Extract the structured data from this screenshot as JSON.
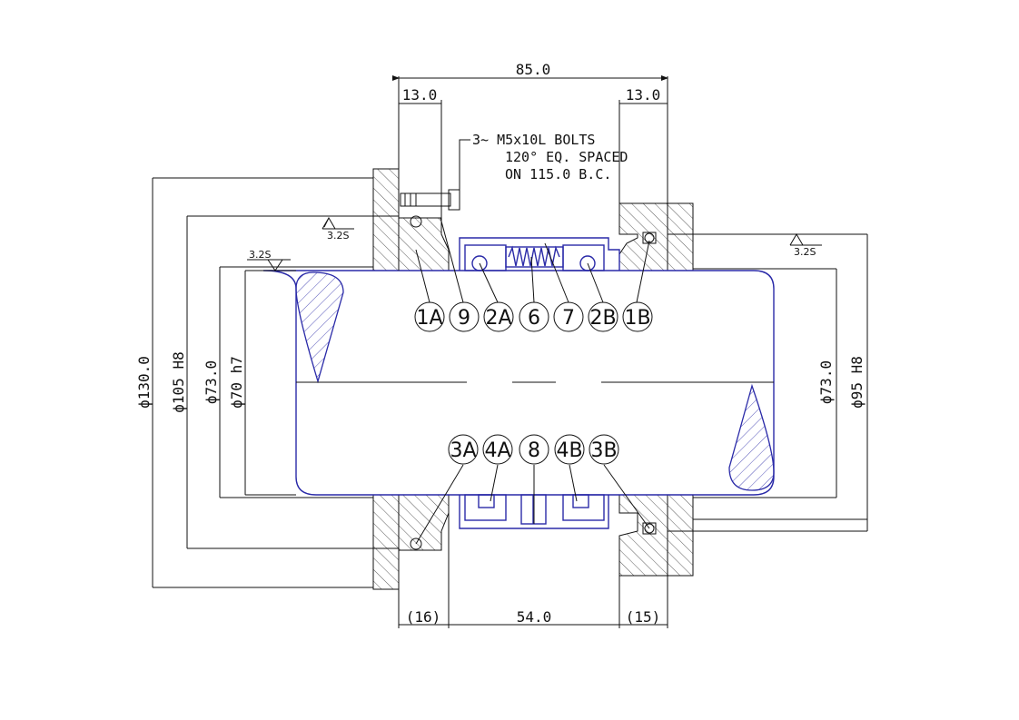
{
  "dimensions": {
    "overall_length": "85.0",
    "left_gland": "13.0",
    "right_gland": "13.0",
    "od_outer": "ϕ130.0",
    "bore_105": "ϕ105 H8",
    "sleeve_73_left": "ϕ73.0",
    "shaft_70": "ϕ70 h7",
    "sleeve_73_right": "ϕ73.0",
    "bore_95": "ϕ95 H8",
    "bottom_left": "(16)",
    "bottom_mid": "54.0",
    "bottom_right": "(15)"
  },
  "note": {
    "line1": "3~ M5x10L BOLTS",
    "line2": "120° EQ. SPACED",
    "line3": "ON   115.0 B.C."
  },
  "surface": {
    "finish_left_top": "3.2S",
    "finish_left": "3.2S",
    "finish_right": "3.2S"
  },
  "balloons": {
    "b1a": "1A",
    "b9": "9",
    "b2a": "2A",
    "b6": "6",
    "b7": "7",
    "b2b": "2B",
    "b1b": "1B",
    "b3a": "3A",
    "b4a": "4A",
    "b8": "8",
    "b4b": "4B",
    "b3b": "3B"
  },
  "colors": {
    "line_black": "#111111",
    "line_blue": "#2a2aa8"
  }
}
